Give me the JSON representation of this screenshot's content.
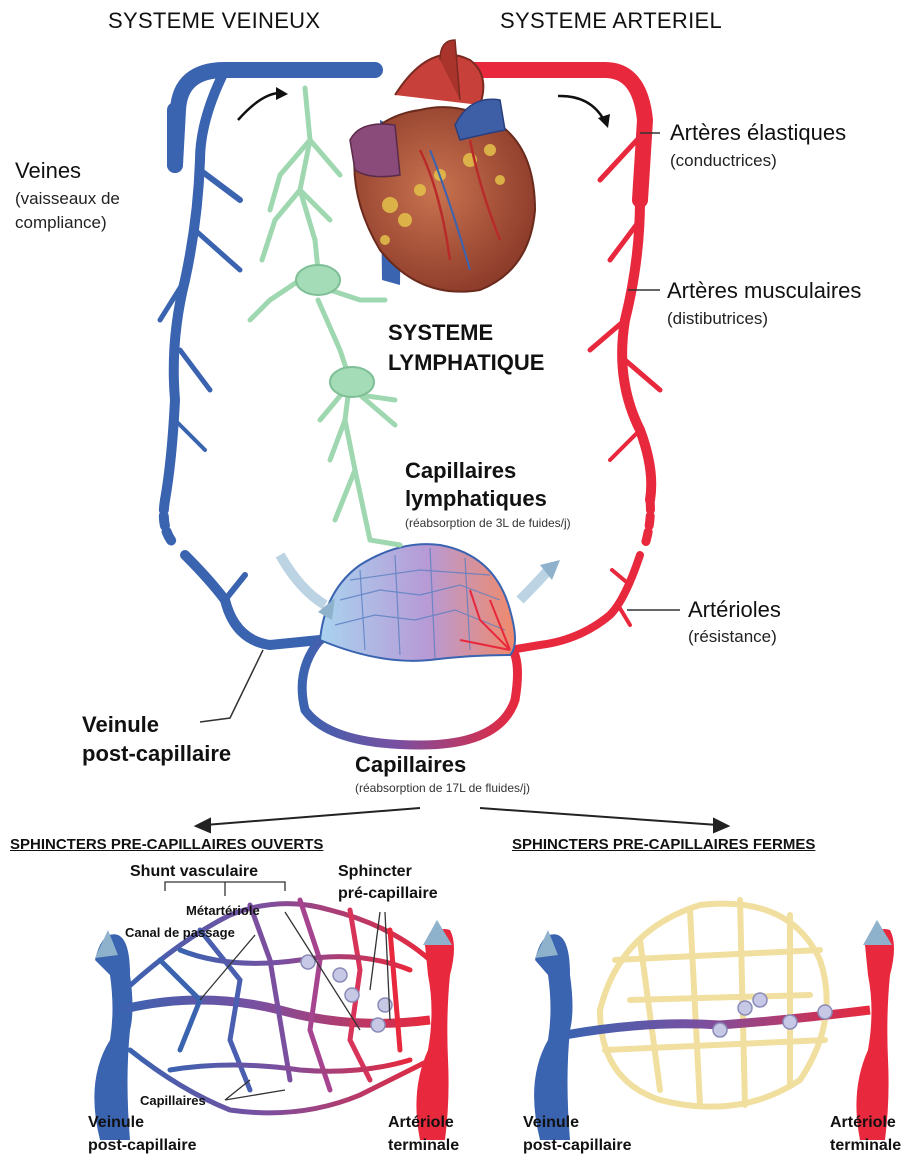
{
  "headers": {
    "venous": "SYSTEME VEINEUX",
    "arterial": "SYSTEME ARTERIEL"
  },
  "left": {
    "veines": "Veines",
    "veines_sub1": "(vaisseaux de",
    "veines_sub2": "compliance)",
    "veinule1": "Veinule",
    "veinule2": "post-capillaire"
  },
  "right": {
    "elastic": "Artères élastiques",
    "elastic_sub": "(conductrices)",
    "muscular": "Artères musculaires",
    "muscular_sub": "(distibutrices)",
    "arterioles": "Artérioles",
    "arterioles_sub": "(résistance)"
  },
  "center": {
    "lymph1": "SYSTEME",
    "lymph2": "LYMPHATIQUE",
    "caplymph1": "Capillaires",
    "caplymph2": "lymphatiques",
    "caplymph_sub": "(réabsorption de 3L de fuides/j)",
    "cap": "Capillaires",
    "cap_sub": "(réabsorption de 17L de fluides/j)"
  },
  "bottom_left": {
    "title": "SPHINCTERS PRE-CAPILLAIRES OUVERTS",
    "shunt": "Shunt vasculaire",
    "sphincter1": "Sphincter",
    "sphincter2": "pré-capillaire",
    "metart": "Métartériole",
    "canal": "Canal de passage",
    "capillaires": "Capillaires",
    "veinule1": "Veinule",
    "veinule2": "post-capillaire",
    "arteriole1": "Artériole",
    "arteriole2": "terminale"
  },
  "bottom_right": {
    "title": "SPHINCTERS PRE-CAPILLAIRES FERMES",
    "veinule1": "Veinule",
    "veinule2": "post-capillaire",
    "arteriole1": "Artériole",
    "arteriole2": "terminale"
  },
  "colors": {
    "vein": "#3a63b0",
    "artery": "#e8283c",
    "lymph": "#9fd8b0",
    "capillary_bed": "#a9d3ef",
    "closed_bed": "#f5e7b0",
    "heart": "#b5523a"
  }
}
